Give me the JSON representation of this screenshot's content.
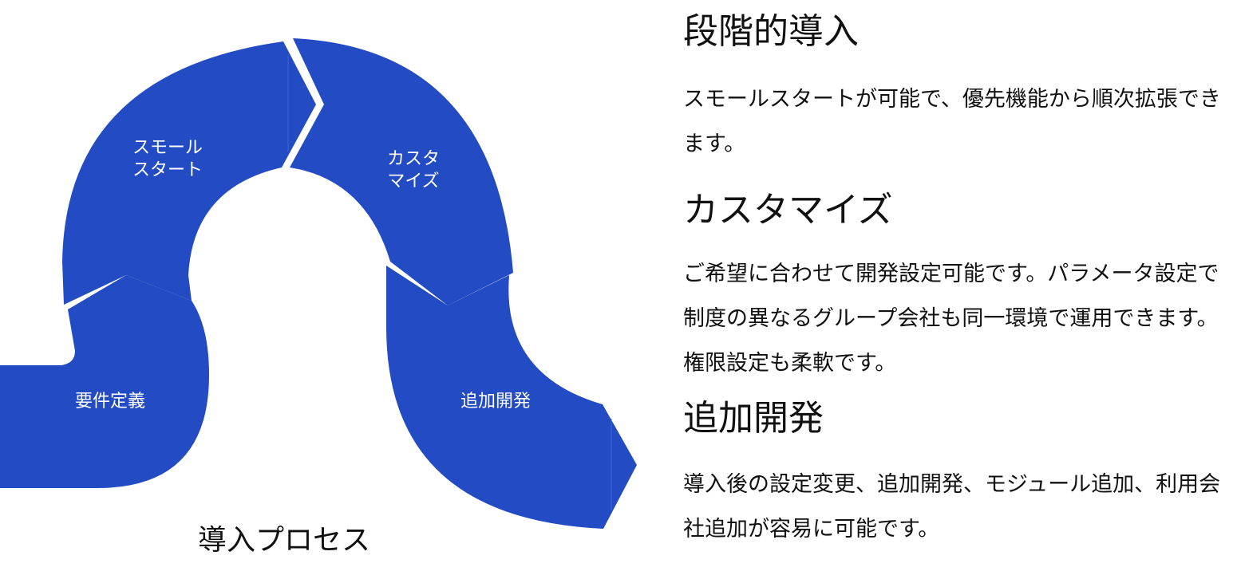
{
  "diagram": {
    "accent_color": "#234bc3",
    "title": "導入プロセス",
    "segments": [
      {
        "id": "requirements",
        "label": "要件定義"
      },
      {
        "id": "small_start",
        "label": "スモール\nスタート"
      },
      {
        "id": "customize",
        "label": "カスタ\nマイズ"
      },
      {
        "id": "additional_dev",
        "label": "追加開発"
      }
    ]
  },
  "sections": [
    {
      "title": "段階的導入",
      "text": "スモールスタートが可能で、優先機能から順次拡張できます。"
    },
    {
      "title": "カスタマイズ",
      "text": "ご希望に合わせて開発設定可能です。パラメータ設定で制度の異なるグループ会社も同一環境で運用できます。権限設定も柔軟です。"
    },
    {
      "title": "追加開発",
      "text": "導入後の設定変更、追加開発、モジュール追加、利用会社追加が容易に可能です。"
    }
  ]
}
